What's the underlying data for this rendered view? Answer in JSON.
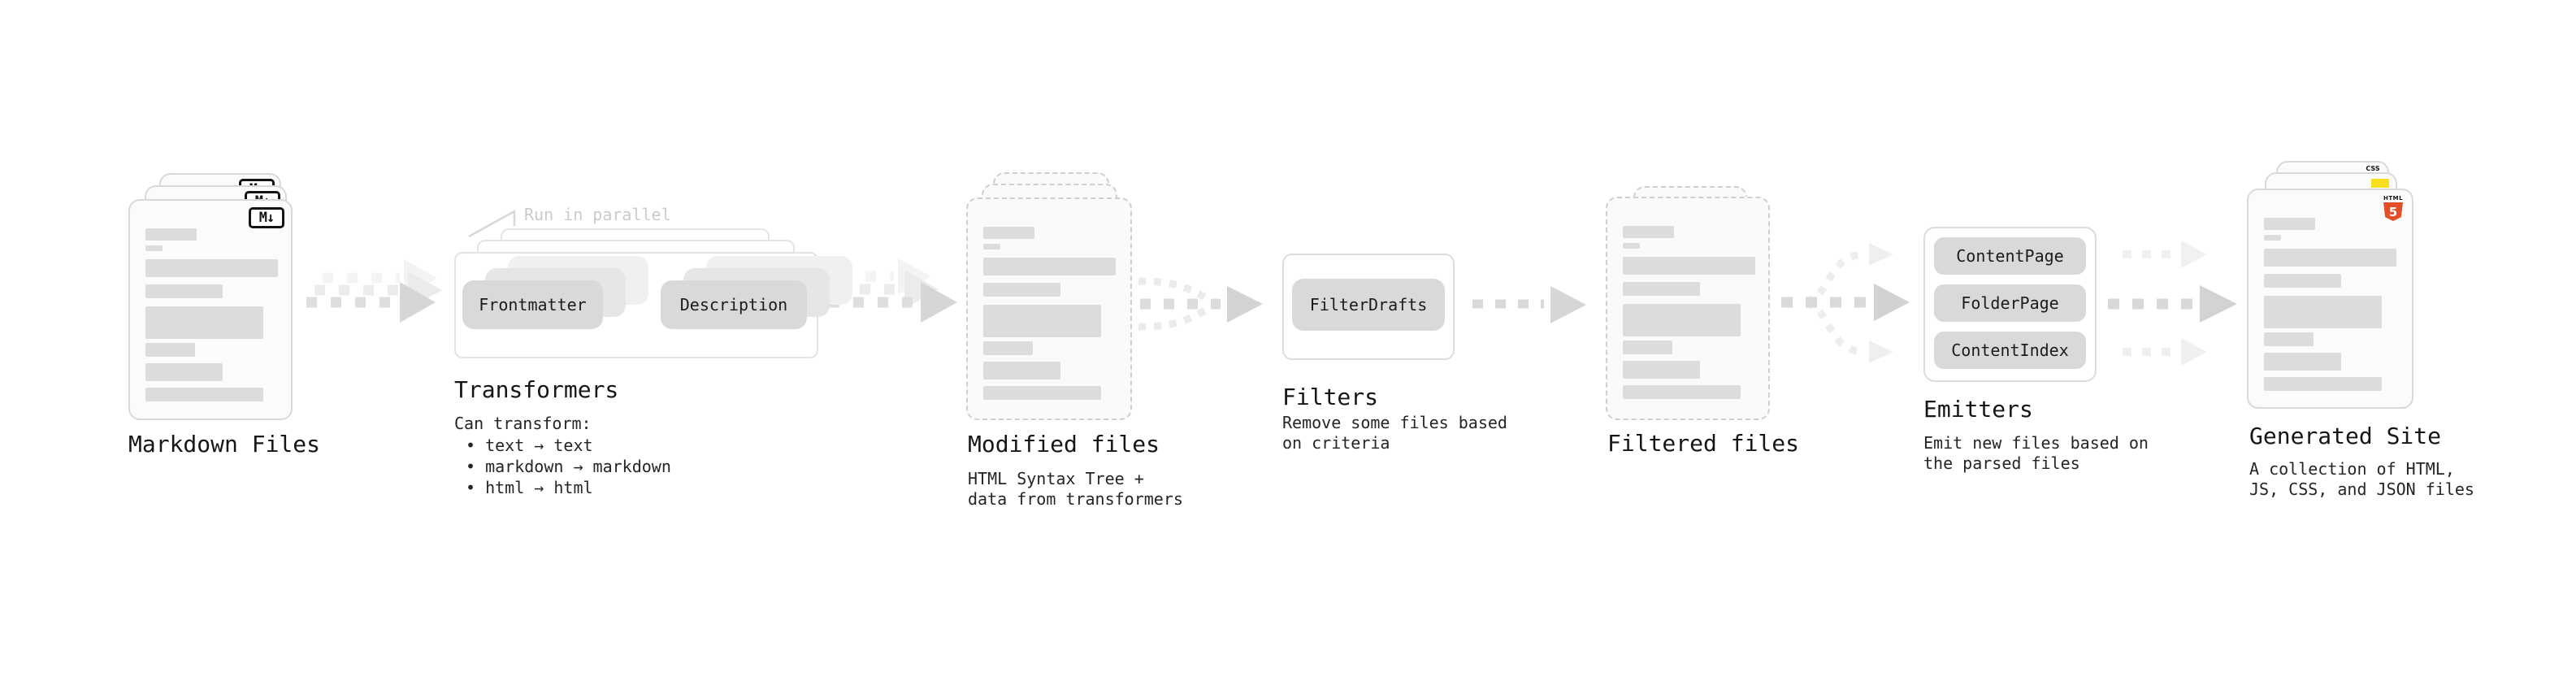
{
  "stages": {
    "markdown": {
      "title": "Markdown Files",
      "badge": "M↓"
    },
    "transformers": {
      "annotation": "Run in parallel",
      "pill_a": "Frontmatter",
      "pill_b": "Description",
      "title": "Transformers",
      "note": "Can transform:",
      "bullets": [
        "• text → text",
        "• markdown → markdown",
        "• html → html"
      ]
    },
    "modified": {
      "title": "Modified files",
      "subtitle": [
        "HTML Syntax Tree +",
        "data from transformers"
      ]
    },
    "filters": {
      "pill": "FilterDrafts",
      "title": "Filters",
      "subtitle": [
        "Remove some files based",
        "on criteria"
      ]
    },
    "filtered": {
      "title": "Filtered files"
    },
    "emitters": {
      "pills": [
        "ContentPage",
        "FolderPage",
        "ContentIndex"
      ],
      "title": "Emitters",
      "subtitle": [
        "Emit new files based on",
        "the parsed files"
      ]
    },
    "generated": {
      "title": "Generated Site",
      "subtitle": [
        "A collection of HTML,",
        "JS, CSS, and JSON files"
      ],
      "css_badge": "CSS",
      "html_badge": "HTML",
      "html_number": "5"
    }
  },
  "colors": {
    "html5_orange": "#E44D26",
    "js_yellow": "#F7DF1E",
    "css_blue": "#2965F1"
  }
}
